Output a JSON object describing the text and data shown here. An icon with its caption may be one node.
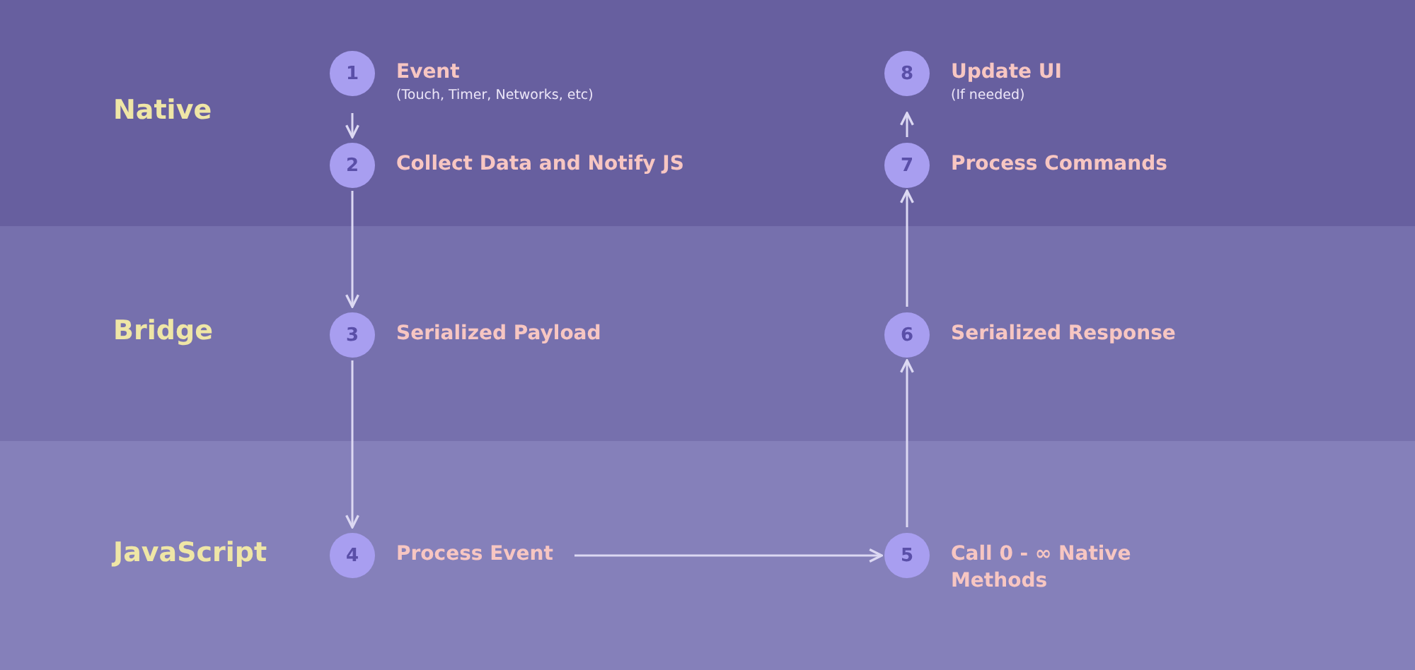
{
  "diagram": {
    "nodes": [
      {
        "text": [
          "Native"
        ]
      },
      {
        "text": [
          "1",
          "Event",
          "(Touch, Timer, Networks, etc)"
        ],
        "in": 0
      },
      {
        "text": [
          "8",
          "Update UI",
          "(If needed)"
        ],
        "in": 0
      },
      {
        "text": [
          "2",
          "Collect Data and Notify JS"
        ],
        "in": 0
      },
      {
        "text": [
          "7",
          "Process Commands"
        ],
        "in": 0
      },
      {
        "text": [
          "Bridge"
        ]
      },
      {
        "text": [
          "3",
          "Serialized Payload"
        ],
        "in": 5
      },
      {
        "text": [
          "6",
          "Serialized Response"
        ],
        "in": 5
      },
      {
        "text": [
          "JavaScript"
        ]
      },
      {
        "text": [
          "4",
          "Process Event"
        ],
        "in": 8
      },
      {
        "text": [
          "5",
          "Call 0 - ∞ Native Methods"
        ],
        "in": 8
      }
    ],
    "edges": [
      {
        "from": 1,
        "to": 3,
        "arrow": "to"
      },
      {
        "from": 3,
        "to": 6,
        "arrow": "to"
      },
      {
        "from": 6,
        "to": 9,
        "arrow": "to"
      },
      {
        "from": 9,
        "to": 10,
        "arrow": "to"
      },
      {
        "from": 10,
        "to": 7,
        "arrow": "to"
      },
      {
        "from": 7,
        "to": 4,
        "arrow": "to"
      },
      {
        "from": 4,
        "to": 2,
        "arrow": "to"
      }
    ]
  }
}
